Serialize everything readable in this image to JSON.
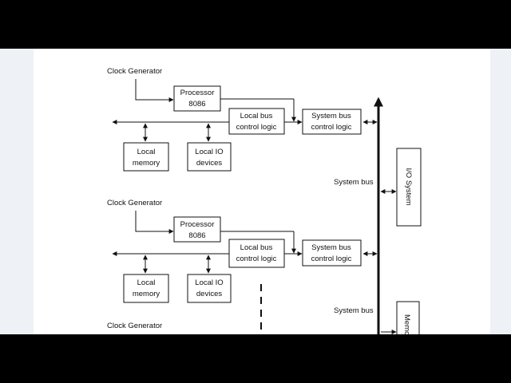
{
  "colors": {
    "letterbox": "#000000",
    "page": "#ffffff",
    "margin": "#eef1f6",
    "ink": "#111111"
  },
  "diagram": {
    "groups": [
      {
        "clock": "Clock Generator",
        "processor": [
          "Processor",
          "8086"
        ],
        "local_bus": [
          "Local bus",
          "control logic"
        ],
        "system_bus_ctrl": [
          "System bus",
          "control logic"
        ],
        "local_memory": [
          "Local",
          "memory"
        ],
        "local_io": [
          "Local IO",
          "devices"
        ]
      },
      {
        "clock": "Clock Generator",
        "processor": [
          "Processor",
          "8086"
        ],
        "local_bus": [
          "Local bus",
          "control logic"
        ],
        "system_bus_ctrl": [
          "System bus",
          "control logic"
        ],
        "local_memory": [
          "Local",
          "memory"
        ],
        "local_io": [
          "Local IO",
          "devices"
        ]
      },
      {
        "clock": "Clock Generator"
      }
    ],
    "system_bus_labels": [
      "System bus",
      "System bus"
    ],
    "io_system": "I/O System",
    "memory_partial": "Memo"
  }
}
